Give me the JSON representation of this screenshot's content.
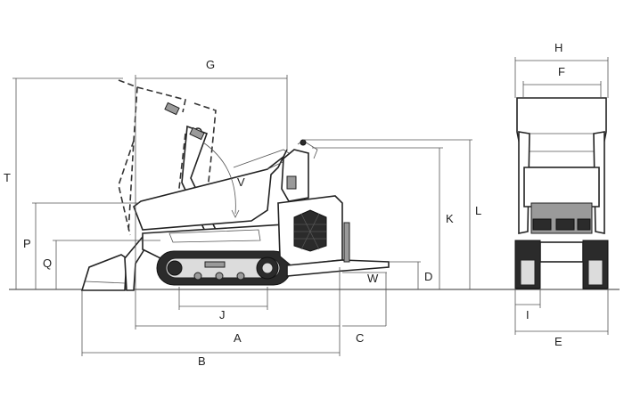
{
  "dimensions": {
    "A": "A",
    "B": "B",
    "C": "C",
    "D": "D",
    "E": "E",
    "F": "F",
    "G": "G",
    "H": "H",
    "I": "I",
    "J": "J",
    "K": "K",
    "L": "L",
    "P": "P",
    "Q": "Q",
    "T": "T",
    "V": "V",
    "W": "W"
  },
  "colors": {
    "line": "#333333",
    "machine_dark": "#2b2b2b",
    "machine_mid": "#9a9a9a"
  }
}
